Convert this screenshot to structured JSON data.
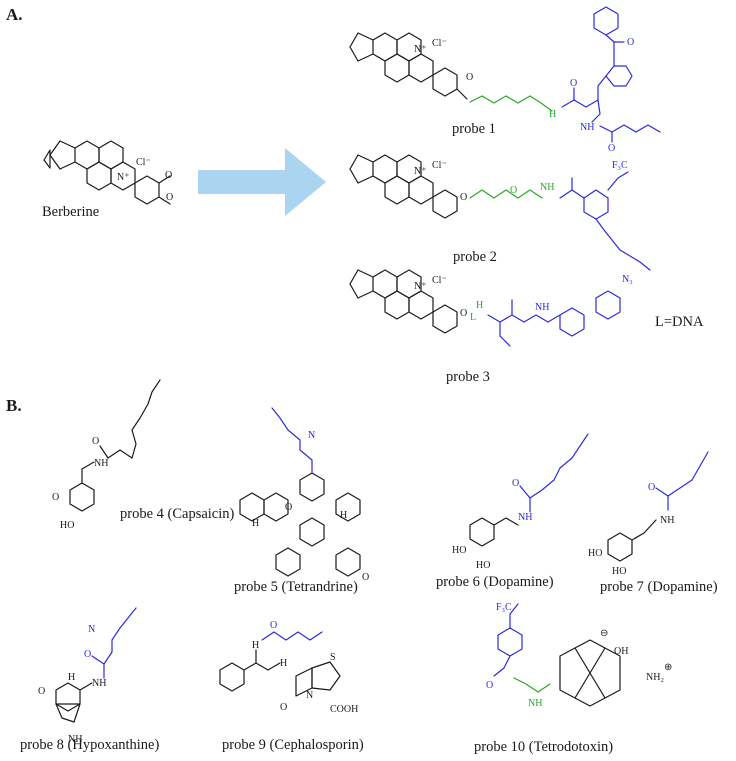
{
  "sections": {
    "a": "A.",
    "b": "B."
  },
  "labels": {
    "berberine": "Berberine",
    "probe1": "probe 1",
    "probe2": "probe 2",
    "probe3": "probe 3",
    "linker_note": "L=DNA",
    "probe4": "probe 4 (Capsaicin)",
    "probe5": "probe 5 (Tetrandrine)",
    "probe6": "probe 6 (Dopamine)",
    "probe7": "probe 7 (Dopamine)",
    "probe8": "probe 8 (Hypoxanthine)",
    "probe9": "probe 9 (Cephalosporin)",
    "probe10": "probe 10 (Tetrodotoxin)"
  },
  "atoms": {
    "cl": "Cl⁻",
    "nplus": "N⁺",
    "o": "O",
    "nh": "NH",
    "h": "H",
    "n": "N",
    "ho": "HO",
    "oh": "OH",
    "f3c": "F₃C",
    "n3": "N₃",
    "l": "L",
    "cooh": "COOH",
    "s": "S",
    "nh2": "NH₂",
    "oplus": "⊕",
    "ominus": "⊖"
  },
  "colors": {
    "core": "#1a1a1a",
    "tag": "#2b2bd9",
    "linker": "#27a827",
    "arrow": "#aad4f0"
  }
}
